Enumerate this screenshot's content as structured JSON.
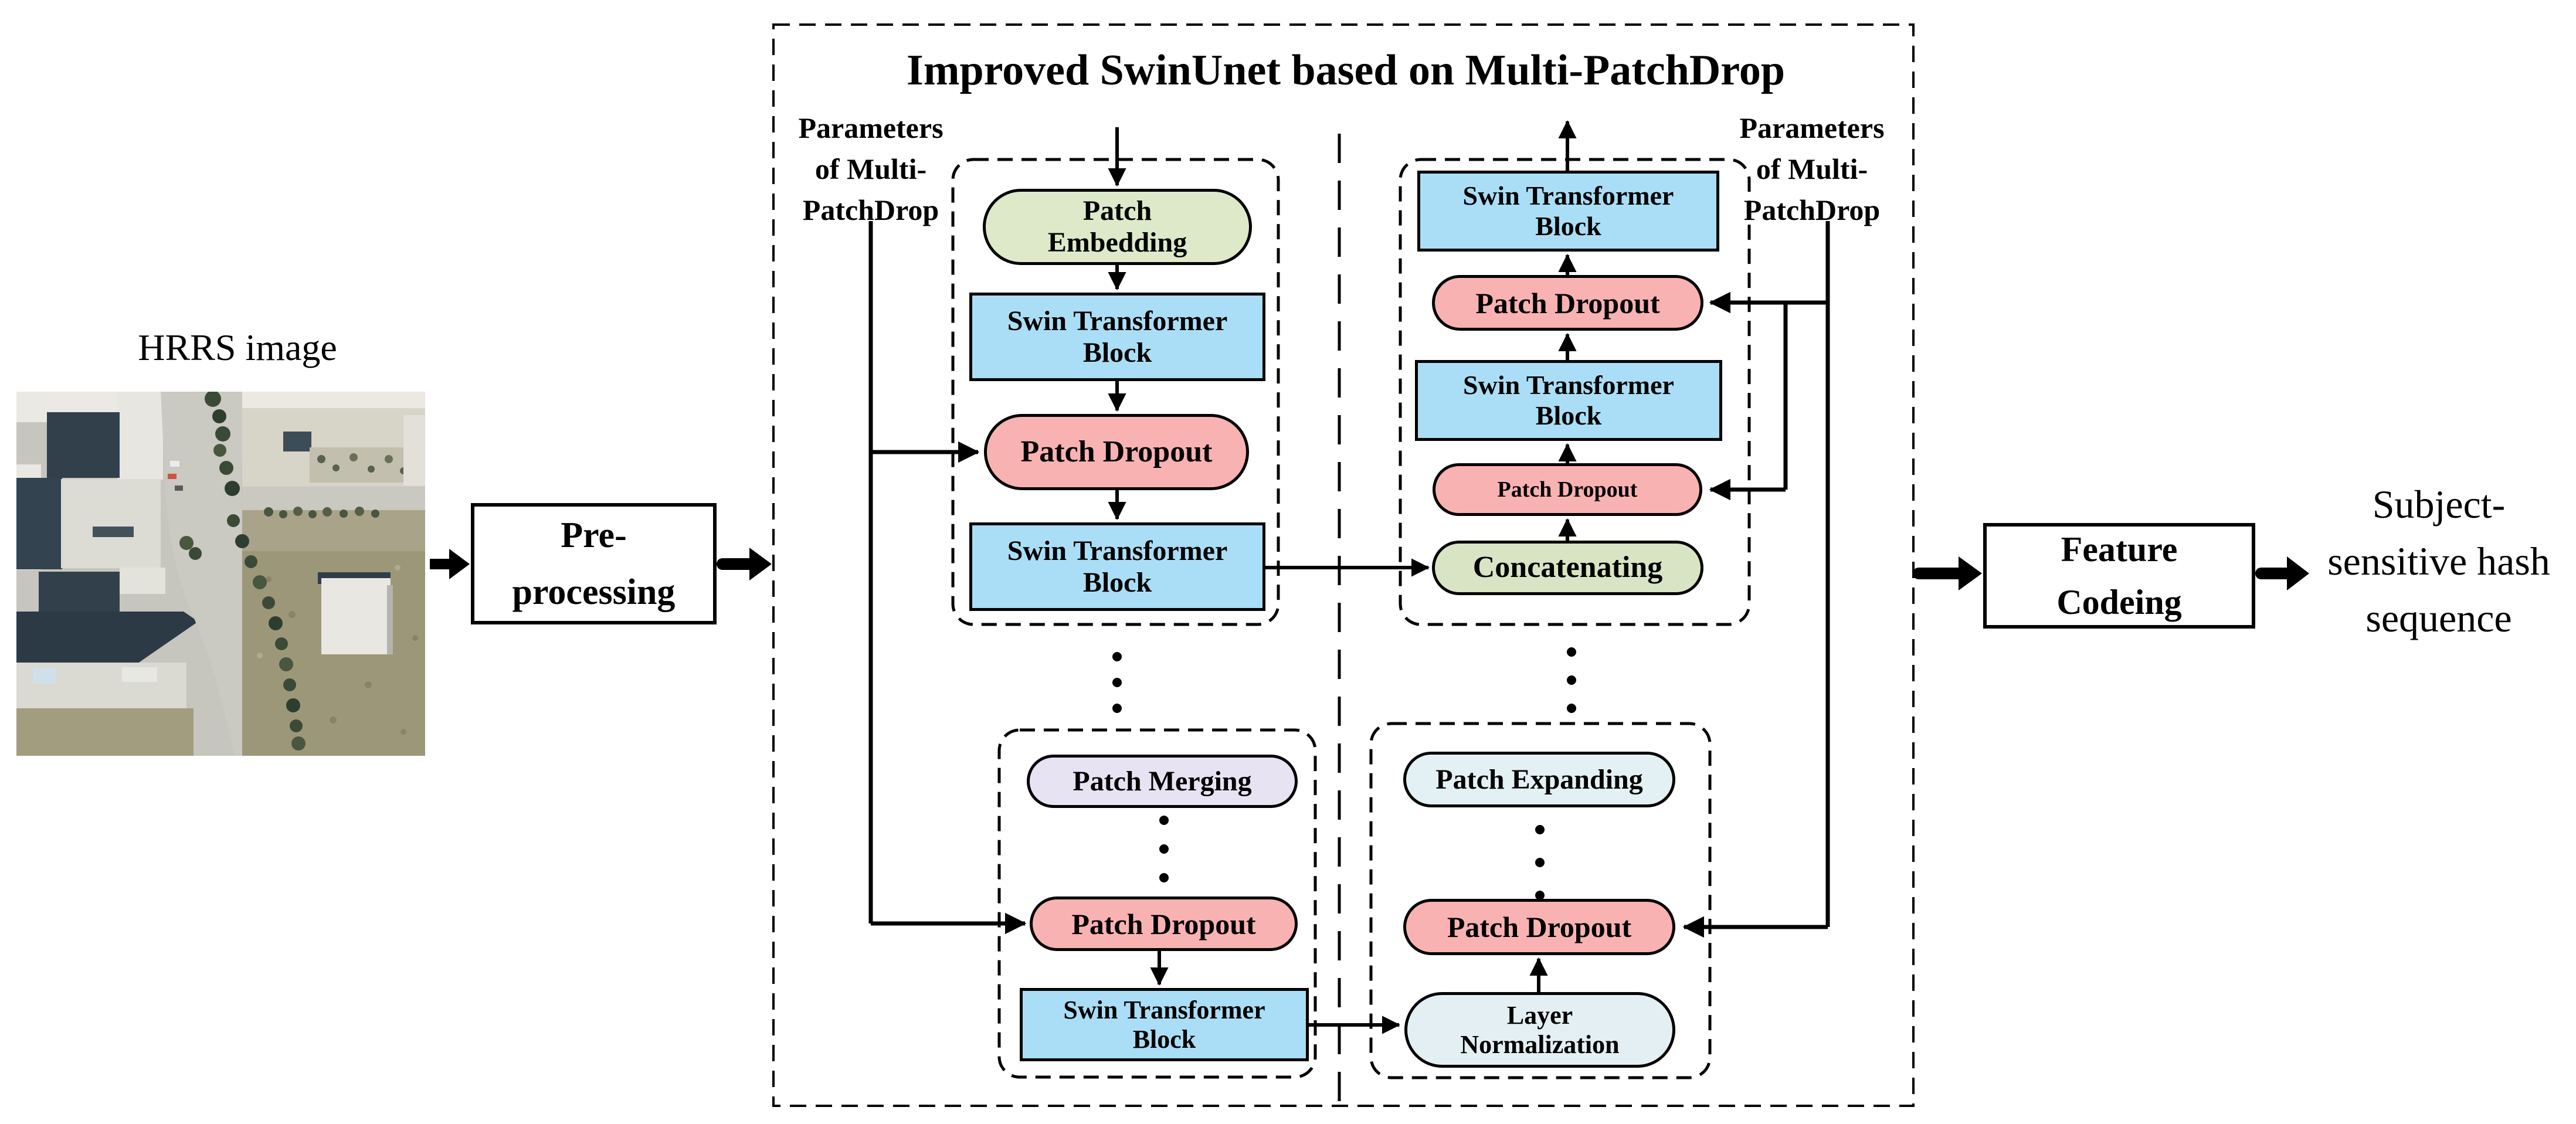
{
  "title": "Improved SwinUnet based on Multi-PatchDrop",
  "hrrs": {
    "label": "HRRS image"
  },
  "preprocessing": {
    "line1": "Pre-",
    "line2": "processing"
  },
  "params_left": {
    "line1": "Parameters",
    "line2": "of Multi-",
    "line3": "PatchDrop"
  },
  "params_right": {
    "line1": "Parameters",
    "line2": "of Multi-",
    "line3": "PatchDrop"
  },
  "encoder": {
    "patch_embedding": {
      "line1": "Patch",
      "line2": "Embedding"
    },
    "swin_block_1": {
      "line1": "Swin Transformer",
      "line2": "Block"
    },
    "patch_dropout_1": {
      "label": "Patch Dropout"
    },
    "swin_block_2": {
      "line1": "Swin Transformer",
      "line2": "Block"
    },
    "patch_merging": {
      "label": "Patch Merging"
    },
    "patch_dropout_2": {
      "label": "Patch Dropout"
    },
    "swin_block_3": {
      "line1": "Swin Transformer",
      "line2": "Block"
    }
  },
  "decoder": {
    "swin_block_1": {
      "line1": "Swin Transformer",
      "line2": "Block"
    },
    "patch_dropout_1": {
      "label": "Patch Dropout"
    },
    "swin_block_2": {
      "line1": "Swin Transformer",
      "line2": "Block"
    },
    "patch_dropout_2": {
      "label": "Patch Dropout"
    },
    "concatenating": {
      "label": "Concatenating"
    },
    "patch_expanding": {
      "label": "Patch Expanding"
    },
    "patch_dropout_3": {
      "label": "Patch Dropout"
    },
    "layer_normalization": {
      "line1": "Layer",
      "line2": "Normalization"
    }
  },
  "feature_coding": {
    "line1": "Feature",
    "line2": "Codeing"
  },
  "output": {
    "line1": "Subject-",
    "line2": "sensitive hash",
    "line3": "sequence"
  },
  "colors": {
    "swin_block": "#aadef6",
    "patch_dropout": "#f9b2b2",
    "patch_embedding": "#dde9c9",
    "concatenating": "#d9e4c4",
    "patch_merging": "#e8e3f3",
    "patch_expanding": "#e4f1f4",
    "layer_normalization": "#e3eff2",
    "box_background": "#ffffff",
    "line": "#000000"
  }
}
